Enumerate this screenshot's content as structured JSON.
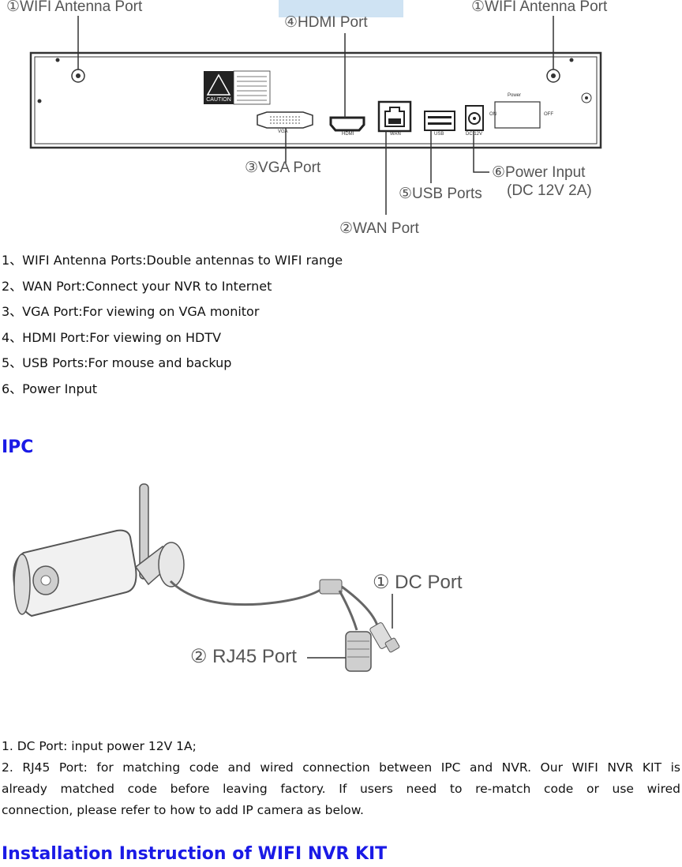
{
  "nvr_diagram": {
    "callouts": {
      "wifi_antenna_left": "①WIFI Antenna Port",
      "hdmi": "④HDMI Port",
      "wifi_antenna_right": "①WIFI Antenna Port",
      "vga": "③VGA Port",
      "power_input": "⑥Power Input",
      "power_spec": "(DC 12V 2A)",
      "usb": "⑤USB Ports",
      "wan": "②WAN Port"
    },
    "panel_labels": {
      "caution": "CAUTION",
      "vga": "VGA",
      "hdmi": "HDMI",
      "wan": "WAN",
      "usb": "USB",
      "dc": "DC 12V",
      "power": "Power",
      "on": "ON",
      "off": "OFF"
    }
  },
  "port_list": [
    "1、WIFI Antenna Ports:Double antennas to WIFI range",
    "2、WAN Port:Connect your NVR to Internet",
    "3、VGA Port:For viewing on VGA monitor",
    "4、HDMI Port:For viewing on HDTV",
    "5、USB Ports:For mouse and backup",
    "6、Power Input"
  ],
  "ipc_heading": "IPC",
  "ipc_diagram": {
    "dc_port": "① DC Port",
    "rj45_port": "② RJ45 Port"
  },
  "notes": {
    "line1": "1. DC Port: input power 12V 1A;",
    "line2": "2. RJ45 Port: for matching code and wired connection between IPC and NVR. Our WIFI NVR KIT is",
    "line3": "already matched code before leaving factory. If users need to re-match code or use wired",
    "line4": "connection, please refer to how to add IP camera as below."
  },
  "install_heading": "Installation Instruction of WIFI NVR KIT",
  "colors": {
    "heading": "#1a1ae6",
    "highlight": "#cfe3f3"
  }
}
